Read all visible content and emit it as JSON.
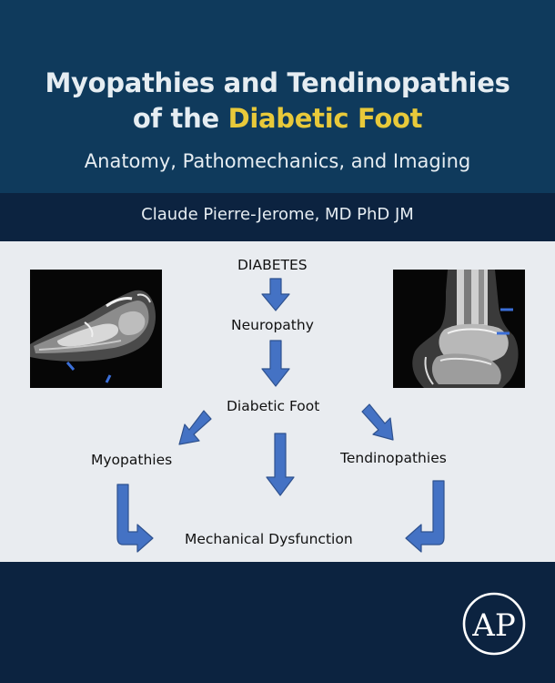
{
  "book": {
    "title_line1": "Myopathies and Tendinopathies",
    "title_line2_prefix": "of the ",
    "title_line2_accent": "Diabetic Foot",
    "subtitle": "Anatomy, Pathomechanics, and Imaging",
    "author": "Claude Pierre-Jerome, MD PhD JM"
  },
  "flowchart": {
    "diabetes": "DIABETES",
    "neuropathy": "Neuropathy",
    "diabetic_foot": "Diabetic Foot",
    "myopathies": "Myopathies",
    "tendinopathies": "Tendinopathies",
    "mechanical_dysfunction": "Mechanical Dysfunction"
  },
  "images": {
    "left": "mri-foot-sagittal",
    "right": "mri-ankle-coronal"
  },
  "publisher_logo": {
    "letters": "AP"
  },
  "colors": {
    "title_band": "#0f3a5c",
    "dark_band": "#0c2340",
    "accent": "#e8c93a",
    "panel": "#e9ecf0",
    "arrow": "#4472c4",
    "arrow_stroke": "#2f528f"
  }
}
